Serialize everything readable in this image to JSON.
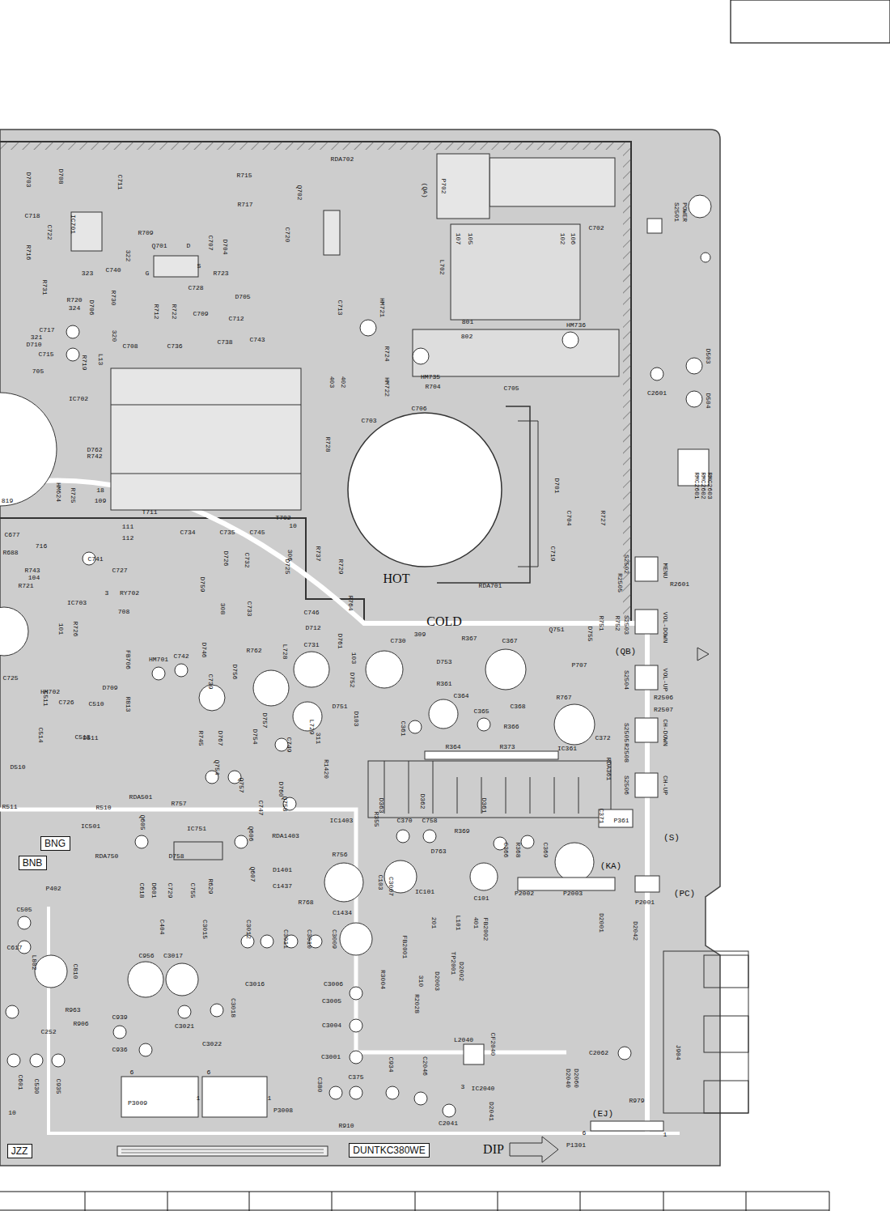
{
  "diagram": {
    "nodes": [
      {
        "text": [
          "BNG"
        ]
      },
      {
        "text": [
          "BNB"
        ]
      },
      {
        "text": [
          "JZZ"
        ]
      },
      {
        "text": [
          "DUNTKC380WE"
        ]
      }
    ],
    "labels": [
      "RDA702",
      "R715",
      "R717",
      "C711",
      "D703",
      "D708",
      "C718",
      "C722",
      "IC701",
      "R709",
      "Q702",
      "P702",
      "(QA)",
      "C702",
      "POWER",
      "S2501",
      "R716",
      "R731",
      "323",
      "C740",
      "322",
      "Q701",
      "D",
      "G",
      "S",
      "C707",
      "D704",
      "C720",
      "R723",
      "107",
      "105",
      "102",
      "106",
      "L702",
      "R720",
      "324",
      "D706",
      "R730",
      "C728",
      "R712",
      "R722",
      "D705",
      "C709",
      "C712",
      "C713",
      "HM721",
      "801",
      "HM736",
      "D503",
      "C717",
      "321",
      "D710",
      "320",
      "C715",
      "C708",
      "C736",
      "C738",
      "C743",
      "R724",
      "802",
      "705",
      "R719",
      "L13",
      "HM735",
      "R704",
      "C705",
      "402",
      "403",
      "HM722",
      "C2601",
      "D504",
      "IC702",
      "C706",
      "C703",
      "R728",
      "D762",
      "R742",
      "D701",
      "RMC2601",
      "RMC2602",
      "RMC2603",
      "819",
      "HM624",
      "R725",
      "18",
      "109",
      "T711",
      "T702",
      "10",
      "111",
      "112",
      "C734",
      "C735",
      "C745",
      "C704",
      "R727",
      "C677",
      "716",
      "R737",
      "306",
      "C719",
      "R688",
      "C741",
      "C727",
      "D726",
      "C732",
      "R729",
      "D725",
      "MENU",
      "S2502",
      "R2505",
      "R2601",
      "R743",
      "104",
      "R721",
      "D759",
      "HOT",
      "RDA701",
      "3",
      "RY702",
      "IC703",
      "708",
      "308",
      "C733",
      "C746",
      "R764",
      "S2503",
      "VOL-DOWN",
      "D712",
      "COLD",
      "101",
      "R726",
      "309",
      "R367",
      "D761",
      "R762",
      "D746",
      "C731",
      "C730",
      "C367",
      "Q751",
      "R751",
      "R752",
      "D755",
      "(QB)",
      "L728",
      "C742",
      "HM701",
      "FB706",
      "103",
      "D753",
      "P707",
      "S2504",
      "VOL-UP",
      "C725",
      "HM702",
      "D709",
      "R813",
      "D756",
      "C739",
      "D752",
      "R361",
      "C364",
      "D751",
      "R767",
      "C511",
      "C726",
      "C510",
      "R2506",
      "R2507",
      "C365",
      "C368",
      "R366",
      "C513",
      "C514",
      "D757",
      "D511",
      "L729",
      "C361",
      "R364",
      "R373",
      "IC361",
      "C372",
      "S2505",
      "CH-DOWN",
      "R745",
      "D767",
      "D754",
      "C749",
      "311",
      "D103",
      "R1420",
      "Q754",
      "Q757",
      "D362",
      "RDA361",
      "R2508",
      "S2506",
      "CH-UP",
      "D510",
      "D760",
      "Q758",
      "C747",
      "R511",
      "R510",
      "R757",
      "RDA501",
      "Q605",
      "D361",
      "R355",
      "D363",
      "C370",
      "C758",
      "R369",
      "C371",
      "P361",
      "(S)",
      "IC1403",
      "IC501",
      "RDA1403",
      "R756",
      "IC751",
      "Q606",
      "RDA750",
      "D758",
      "R368",
      "C366",
      "C369",
      "D763",
      "(KA)",
      "Q607",
      "D1401",
      "C1437",
      "R768",
      "C103",
      "C3007",
      "IC101",
      "C101",
      "P2002",
      "P2003",
      "P2001",
      "(PC)",
      "P402",
      "C618",
      "D601",
      "C729",
      "C755",
      "R629",
      "C1434",
      "C505",
      "C404",
      "C3015",
      "C3012",
      "C3011",
      "C3010",
      "C3009",
      "201",
      "L101",
      "401",
      "FB2002",
      "D2001",
      "D2042",
      "FB2001",
      "C617",
      "L802",
      "C810",
      "C956",
      "C3017",
      "C3016",
      "C3006",
      "R3004",
      "TP2001",
      "D2002",
      "D2003",
      "310",
      "R2028",
      "R963",
      "C3018",
      "C3005",
      "R906",
      "C939",
      "C252",
      "C3021",
      "C3004",
      "C3022",
      "C936",
      "C2062",
      "J904",
      "C3001",
      "C934",
      "C2046",
      "L2040",
      "CF2040",
      "C375",
      "C380",
      "D2040",
      "D2060",
      "3",
      "IC2040",
      "C601",
      "C530",
      "C935",
      "6",
      "6",
      "1",
      "1",
      "P3009",
      "P3008",
      "D2041",
      "C2041",
      "R979",
      "(EJ)",
      "10",
      "R910",
      "DIP",
      "P1301",
      "6",
      "1"
    ]
  }
}
